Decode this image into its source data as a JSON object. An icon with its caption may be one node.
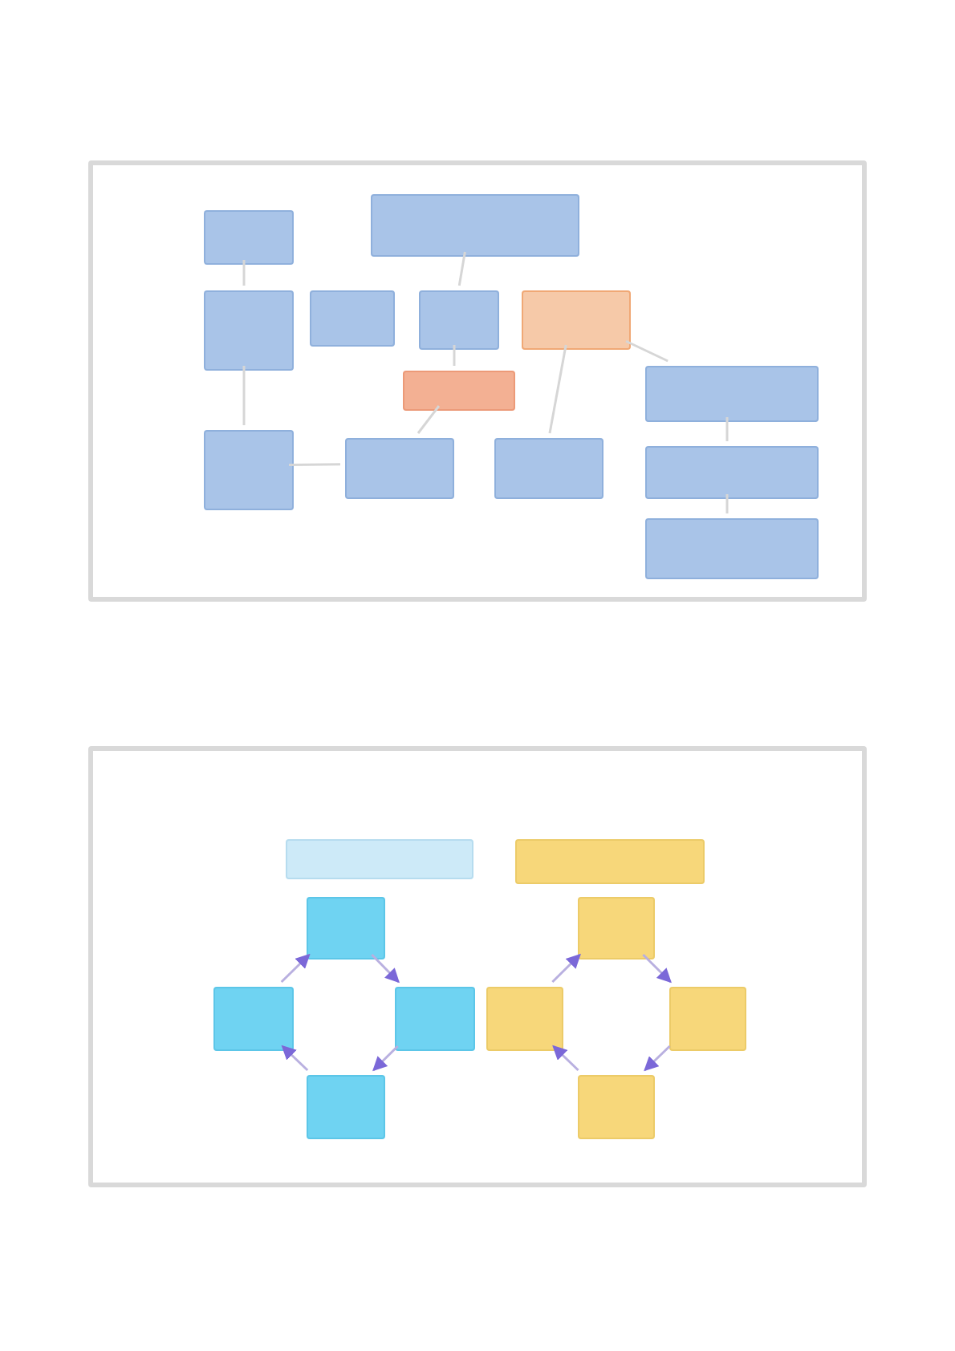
{
  "diagram": {
    "nodes": [
      {
        "text": [],
        "shape": "box"
      },
      {
        "text": [],
        "shape": "box",
        "in": 0
      },
      {
        "text": [],
        "shape": "box",
        "in": 0
      },
      {
        "text": [],
        "shape": "box",
        "in": 0
      },
      {
        "text": [],
        "shape": "box",
        "in": 0
      },
      {
        "text": [],
        "shape": "box",
        "in": 0
      },
      {
        "text": [],
        "shape": "box",
        "in": 0
      },
      {
        "text": [],
        "shape": "box",
        "in": 0
      },
      {
        "text": [],
        "shape": "box",
        "in": 0
      },
      {
        "text": [],
        "shape": "box",
        "in": 0
      },
      {
        "text": [],
        "shape": "box",
        "in": 0
      },
      {
        "text": [],
        "shape": "box",
        "in": 0
      },
      {
        "text": [],
        "shape": "box",
        "in": 0
      },
      {
        "text": [],
        "shape": "box",
        "in": 0
      },
      {
        "text": [],
        "shape": "box"
      },
      {
        "text": [],
        "shape": "box",
        "in": 14
      },
      {
        "text": [],
        "shape": "box",
        "in": 14
      },
      {
        "text": [],
        "shape": "box",
        "in": 14
      },
      {
        "text": [],
        "shape": "box",
        "in": 14
      },
      {
        "text": [],
        "shape": "box",
        "in": 14
      },
      {
        "text": [],
        "shape": "box",
        "in": 14
      },
      {
        "text": [],
        "shape": "box",
        "in": 14
      },
      {
        "text": [],
        "shape": "box",
        "in": 14
      },
      {
        "text": [],
        "shape": "box",
        "in": 14
      },
      {
        "text": [],
        "shape": "box",
        "in": 14
      }
    ],
    "edges": [
      {
        "from": 1,
        "to": 3,
        "arrow": "none"
      },
      {
        "from": 3,
        "to": 9,
        "arrow": "none"
      },
      {
        "from": 2,
        "to": 5,
        "arrow": "none"
      },
      {
        "from": 5,
        "to": 7,
        "arrow": "none"
      },
      {
        "from": 7,
        "to": 10,
        "arrow": "none"
      },
      {
        "from": 6,
        "to": 11,
        "arrow": "none"
      },
      {
        "from": 6,
        "to": 8,
        "arrow": "none"
      },
      {
        "from": 8,
        "to": 12,
        "arrow": "none"
      },
      {
        "from": 12,
        "to": 13,
        "arrow": "none"
      },
      {
        "from": 9,
        "to": 10,
        "arrow": "none"
      },
      {
        "from": 18,
        "to": 17,
        "arrow": "to",
        "color": "#b9b0e0"
      },
      {
        "from": 17,
        "to": 19,
        "arrow": "to",
        "color": "#b9b0e0"
      },
      {
        "from": 19,
        "to": 20,
        "arrow": "to",
        "color": "#b9b0e0"
      },
      {
        "from": 20,
        "to": 18,
        "arrow": "to",
        "color": "#b9b0e0"
      },
      {
        "from": 22,
        "to": 21,
        "arrow": "to",
        "color": "#b9b0e0"
      },
      {
        "from": 21,
        "to": 23,
        "arrow": "to",
        "color": "#b9b0e0"
      },
      {
        "from": 23,
        "to": 24,
        "arrow": "to",
        "color": "#b9b0e0"
      },
      {
        "from": 24,
        "to": 22,
        "arrow": "to",
        "color": "#b9b0e0"
      }
    ]
  }
}
